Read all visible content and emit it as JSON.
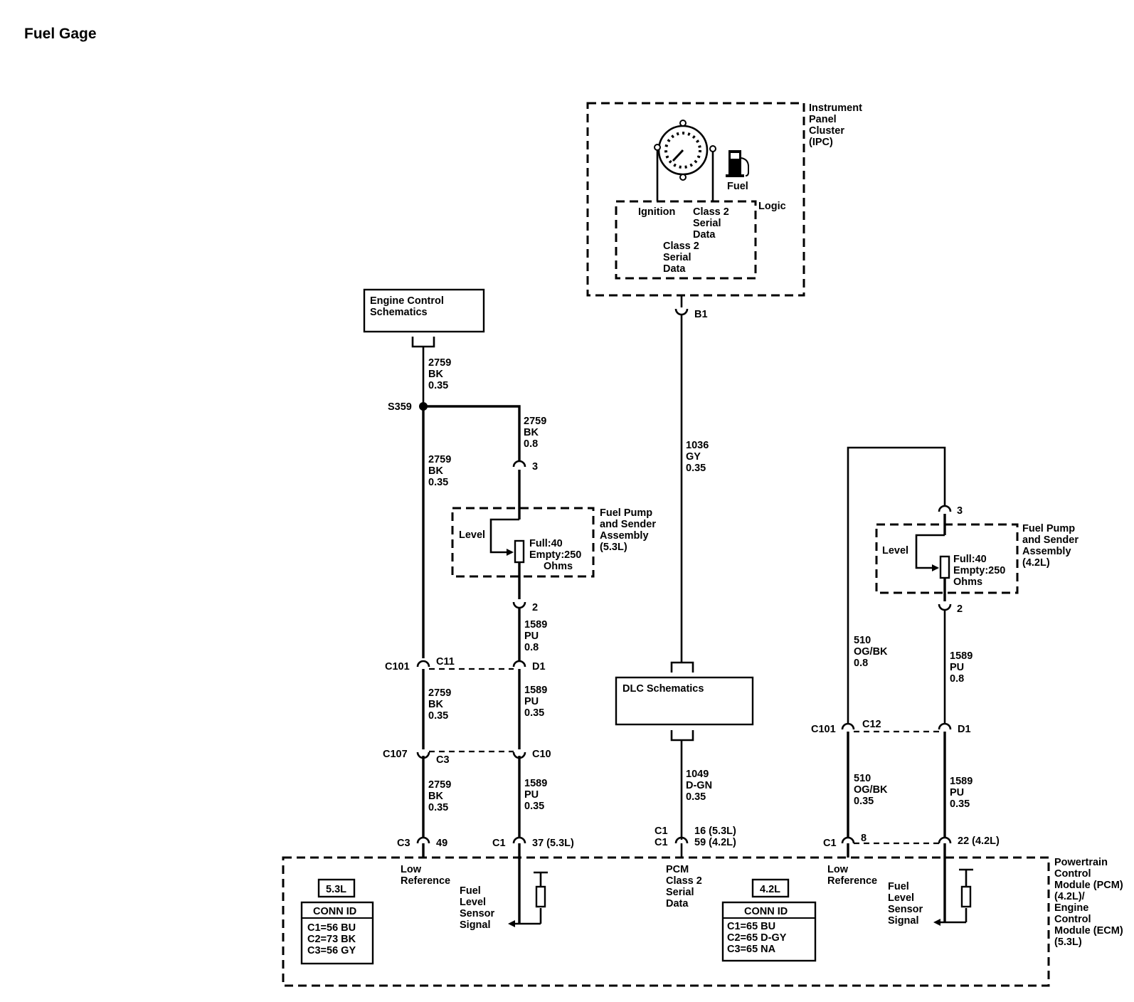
{
  "title": "Fuel Gage",
  "ipc": {
    "name_lines": [
      "Instrument",
      "Panel",
      "Cluster",
      "(IPC)"
    ],
    "fuel_label": "Fuel",
    "logic_label": "Logic",
    "ignition_label": "Ignition",
    "class2_top_lines": [
      "Class 2",
      "Serial",
      "Data"
    ],
    "class2_bottom_lines": [
      "Class 2",
      "Serial",
      "Data"
    ],
    "pin": "B1"
  },
  "engine_control_box": {
    "lines": [
      "Engine Control",
      "Schematics"
    ]
  },
  "dlc_box": {
    "label": "DLC Schematics"
  },
  "splice": "S359",
  "wires": {
    "w2759_top": [
      "2759",
      "BK",
      "0.35"
    ],
    "w2759_branch": [
      "2759",
      "BK",
      "0.8"
    ],
    "w2759_mid": [
      "2759",
      "BK",
      "0.35"
    ],
    "w2759_c101": [
      "2759",
      "BK",
      "0.35"
    ],
    "w2759_c107": [
      "2759",
      "BK",
      "0.35"
    ],
    "w1589_left_a": [
      "1589",
      "PU",
      "0.8"
    ],
    "w1589_left_b": [
      "1589",
      "PU",
      "0.35"
    ],
    "w1589_left_c": [
      "1589",
      "PU",
      "0.35"
    ],
    "w1036": [
      "1036",
      "GY",
      "0.35"
    ],
    "w1049": [
      "1049",
      "D-GN",
      "0.35"
    ],
    "w510_top": [
      "510",
      "OG/BK",
      "0.8"
    ],
    "w510_bottom": [
      "510",
      "OG/BK",
      "0.35"
    ],
    "w1589_right_a": [
      "1589",
      "PU",
      "0.8"
    ],
    "w1589_right_b": [
      "1589",
      "PU",
      "0.35"
    ]
  },
  "fuel_pump_53": {
    "name_lines": [
      "Fuel Pump",
      "and Sender",
      "Assembly",
      "(5.3L)"
    ],
    "level": "Level",
    "spec_lines": [
      "Full:40",
      "Empty:250",
      "Ohms"
    ],
    "pin_top": "3",
    "pin_bottom": "2"
  },
  "fuel_pump_42": {
    "name_lines": [
      "Fuel Pump",
      "and Sender",
      "Assembly",
      "(4.2L)"
    ],
    "level": "Level",
    "spec_lines": [
      "Full:40",
      "Empty:250",
      "Ohms"
    ],
    "pin_top": "3",
    "pin_bottom": "2"
  },
  "connectors": {
    "c101_left": "C101",
    "c11": "C11",
    "d1_left": "D1",
    "c107": "C107",
    "c3_left": "C3",
    "c10": "C10",
    "c101_right": "C101",
    "c12": "C12",
    "d1_right": "D1"
  },
  "pcm_pins": {
    "c3": "C3",
    "p49": "49",
    "c1_a": "C1",
    "p37": "37 (5.3L)",
    "c1_b": "C1",
    "c1_c": "C1",
    "p16": "16 (5.3L)",
    "p59": "59 (4.2L)",
    "c1_d": "C1",
    "p8": "8",
    "p22": "22 (4.2L)"
  },
  "pcm": {
    "name_lines": [
      "Powertrain",
      "Control",
      "Module (PCM)",
      "(4.2L)/",
      "Engine",
      "Control",
      "Module (ECM)",
      "(5.3L)"
    ],
    "low_ref_left": [
      "Low",
      "Reference"
    ],
    "fuel_sensor_left": [
      "Fuel",
      "Level",
      "Sensor",
      "Signal"
    ],
    "class2_lines": [
      "PCM",
      "Class 2",
      "Serial",
      "Data"
    ],
    "low_ref_right": [
      "Low",
      "Reference"
    ],
    "fuel_sensor_right": [
      "Fuel",
      "Level",
      "Sensor",
      "Signal"
    ]
  },
  "conn_id_53": {
    "tag": "5.3L",
    "header": "CONN ID",
    "rows": [
      "C1=56 BU",
      "C2=73 BK",
      "C3=56 GY"
    ]
  },
  "conn_id_42": {
    "tag": "4.2L",
    "header": "CONN ID",
    "rows": [
      "C1=65 BU",
      "C2=65 D-GY",
      "C3=65 NA"
    ]
  }
}
